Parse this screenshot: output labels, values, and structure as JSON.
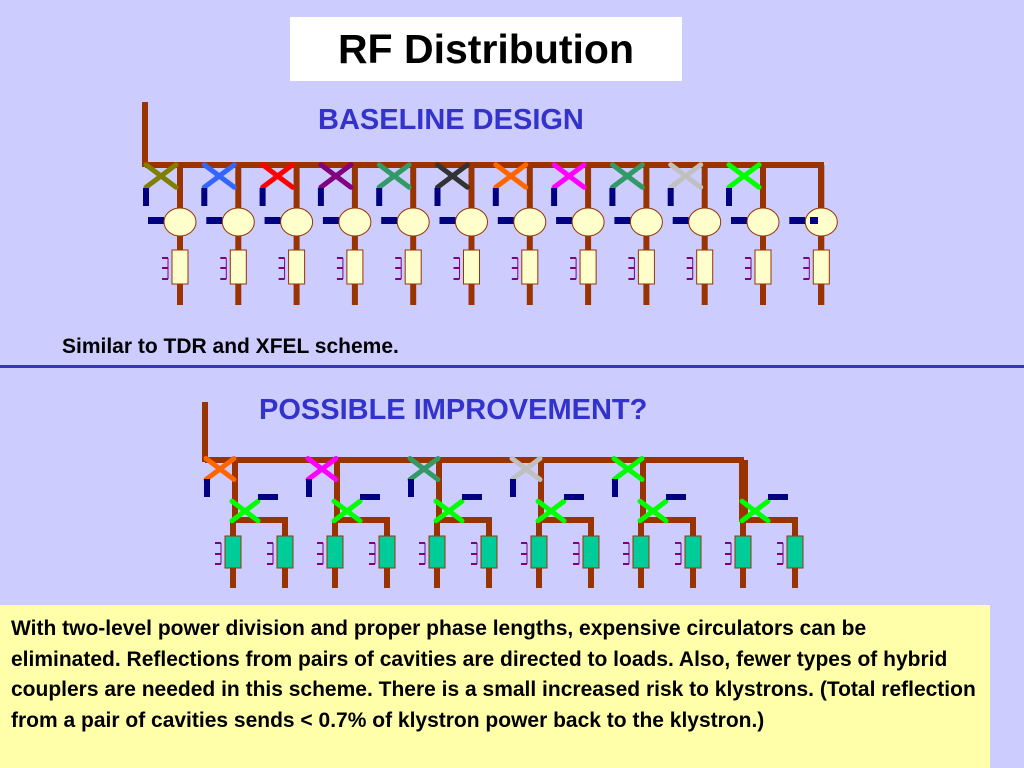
{
  "title": "RF Distribution",
  "baseline": {
    "heading": "BASELINE DESIGN",
    "note": "Similar to TDR and XFEL scheme.",
    "coupler_colors": [
      "#808000",
      "#3366ff",
      "#ff0000",
      "#800080",
      "#339966",
      "#333333",
      "#ff6600",
      "#ff00ff",
      "#339966",
      "#c0c0c0",
      "#00ff00"
    ]
  },
  "improvement": {
    "heading": "POSSIBLE IMPROVEMENT?",
    "top_coupler_colors": [
      "#ff6600",
      "#ff00ff",
      "#339966",
      "#c0c0c0",
      "#00ff00"
    ],
    "pair_coupler_color": "#00ff00"
  },
  "description": "With two-level power division and proper phase lengths, expensive circulators can be eliminated. Reflections from pairs of cavities are directed to  loads. Also, fewer types of hybrid couplers are needed in this scheme. There is a small increased risk to klystrons. (Total reflection from a pair of cavities sends < 0.7% of klystron power back to the klystron.)",
  "colors": {
    "waveguide": "#993300",
    "load": "#000080",
    "circulator": "#ffffcc",
    "cavity_baseline": "#ffffcc",
    "cavity_improved": "#00cc99",
    "coupler_port": "#800080",
    "heading": "#3333cc",
    "background": "#ccccff",
    "textbox": "#ffffaa"
  }
}
